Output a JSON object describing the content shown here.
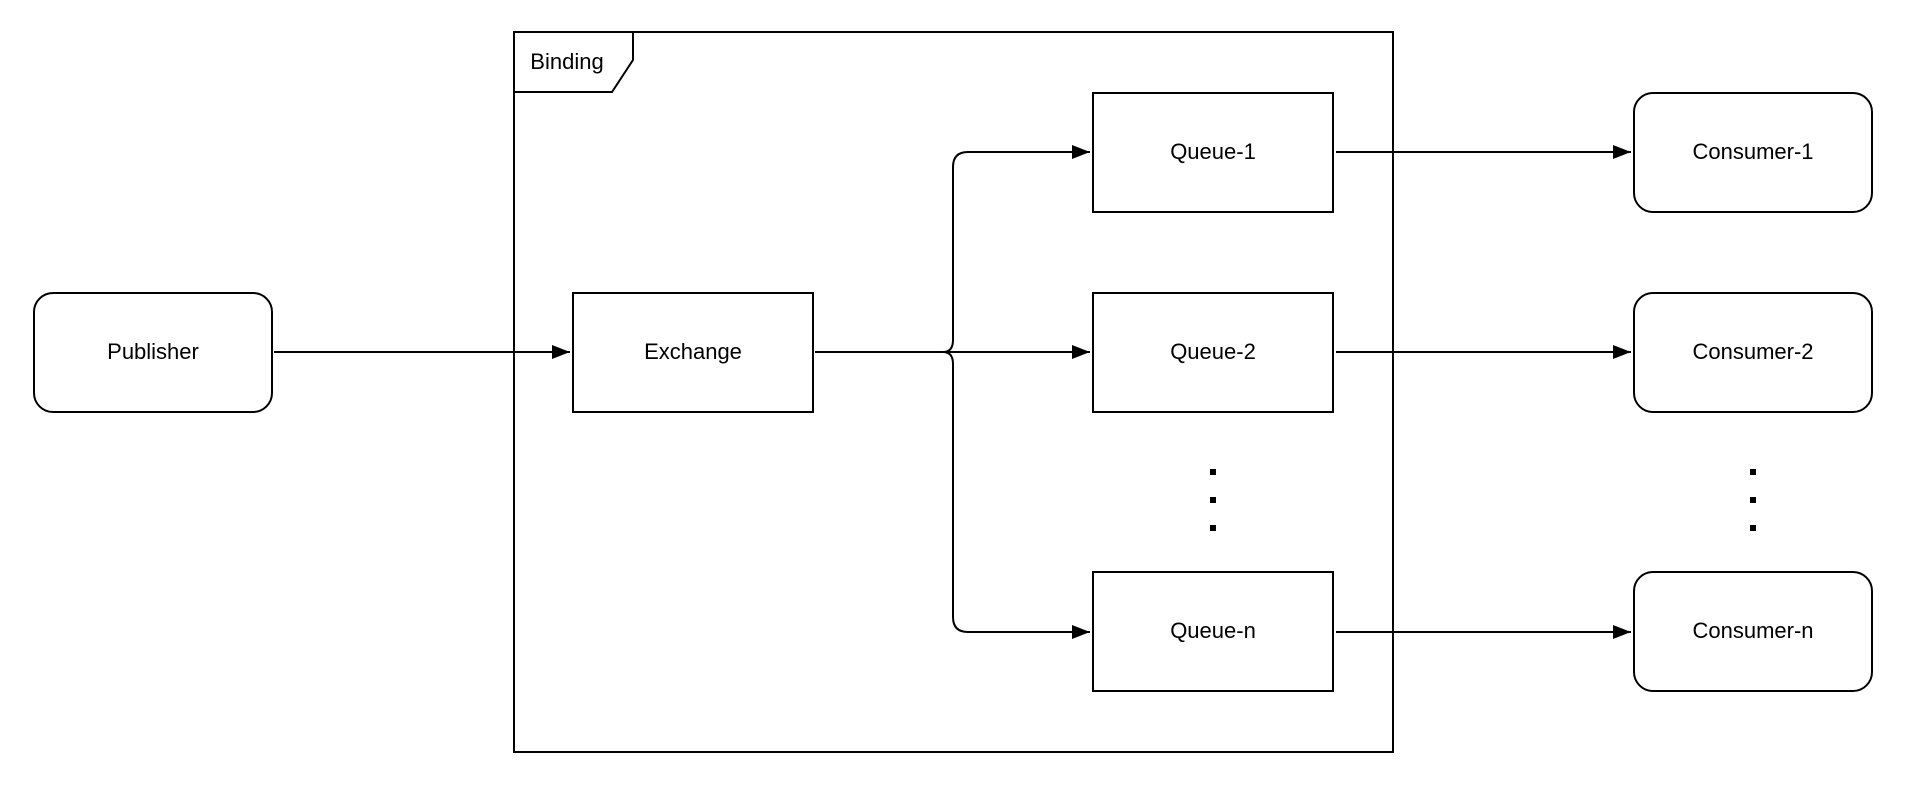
{
  "diagram": {
    "colors": {
      "stroke": "#000000",
      "background": "#ffffff"
    },
    "binding_group": {
      "label": "Binding"
    },
    "nodes": {
      "publisher": {
        "label": "Publisher",
        "shape": "rounded-rectangle"
      },
      "exchange": {
        "label": "Exchange",
        "shape": "rectangle"
      },
      "queues": [
        {
          "label": "Queue-1",
          "shape": "rectangle"
        },
        {
          "label": "Queue-2",
          "shape": "rectangle"
        },
        {
          "label": "Queue-n",
          "shape": "rectangle"
        }
      ],
      "consumers": [
        {
          "label": "Consumer-1",
          "shape": "rounded-rectangle"
        },
        {
          "label": "Consumer-2",
          "shape": "rounded-rectangle"
        },
        {
          "label": "Consumer-n",
          "shape": "rounded-rectangle"
        }
      ]
    },
    "ellipsis": "⋮",
    "edges": [
      {
        "from": "Publisher",
        "to": "Exchange"
      },
      {
        "from": "Exchange",
        "to": "Queue-1"
      },
      {
        "from": "Exchange",
        "to": "Queue-2"
      },
      {
        "from": "Exchange",
        "to": "Queue-n"
      },
      {
        "from": "Queue-1",
        "to": "Consumer-1"
      },
      {
        "from": "Queue-2",
        "to": "Consumer-2"
      },
      {
        "from": "Queue-n",
        "to": "Consumer-n"
      }
    ]
  }
}
